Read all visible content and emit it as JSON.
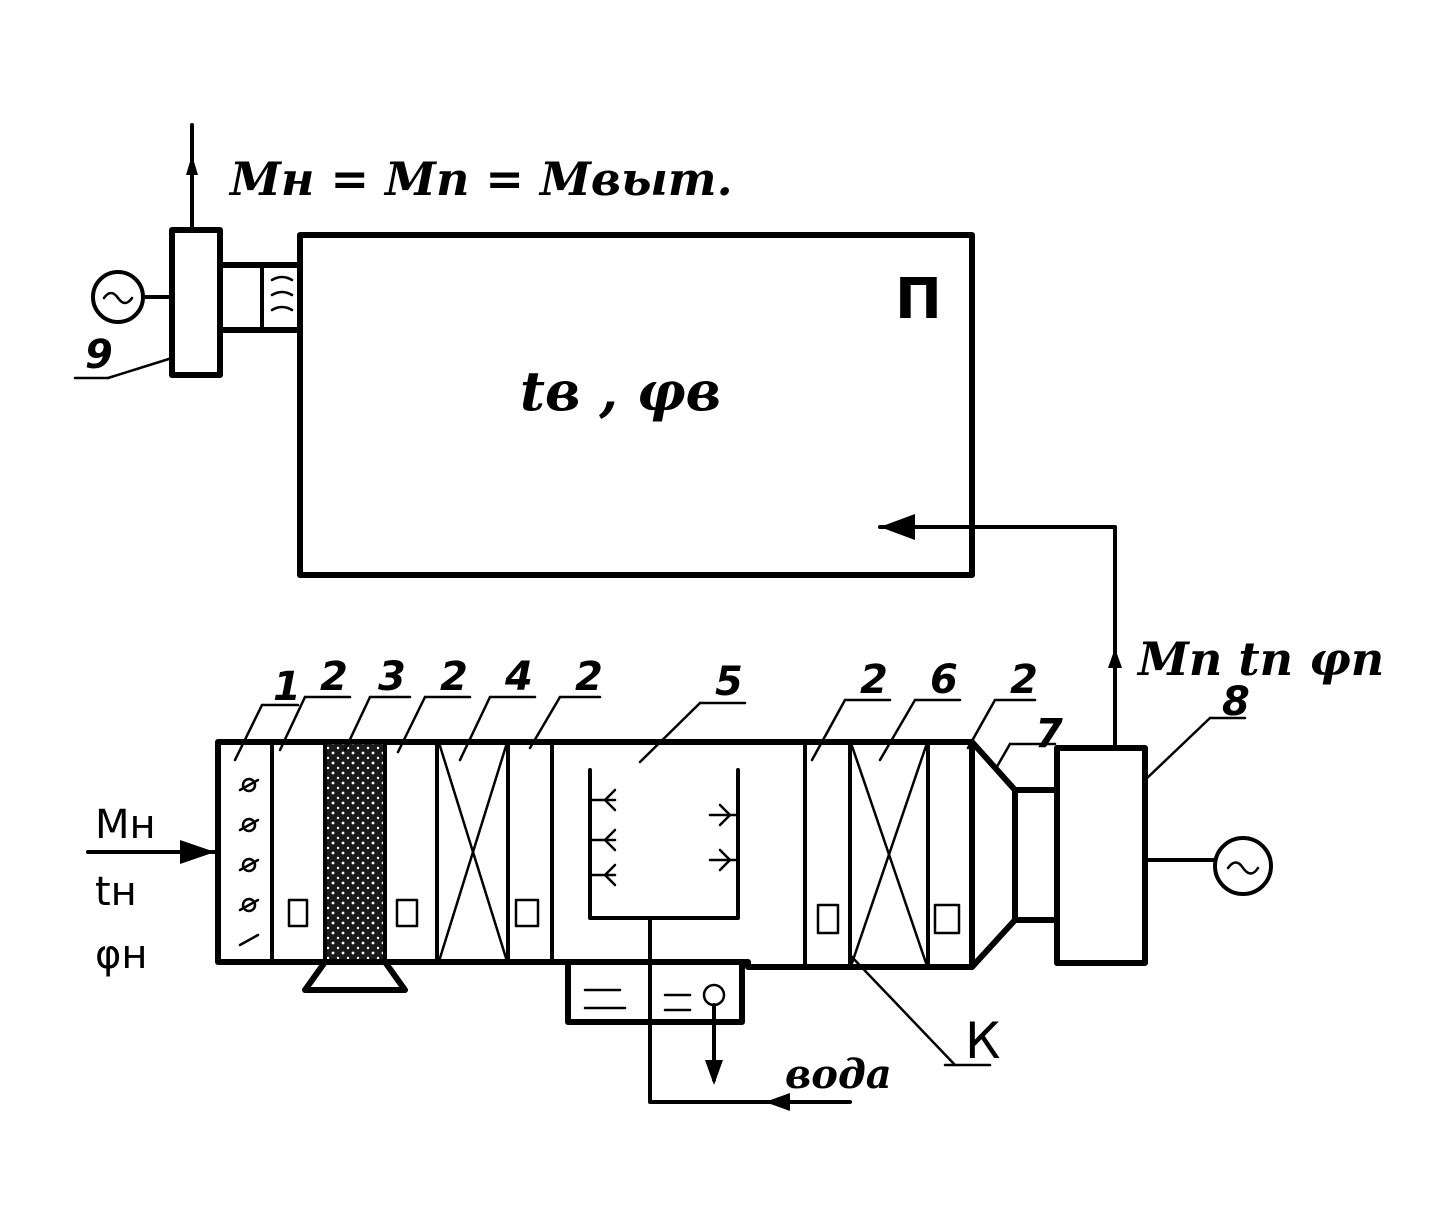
{
  "diagram": {
    "top_formula": "Mн = Mп = Mвыт.",
    "room": {
      "label": "П",
      "conditions": "tв , φв"
    },
    "exhaust_fan_label": "9",
    "supply_params": "Mп tп φп",
    "outdoor_params": {
      "mass": "Mн",
      "temp": "tн",
      "humidity": "φн"
    },
    "section_numbers": {
      "valve": "1",
      "sep_a": "2",
      "filter": "3",
      "sep_b": "2",
      "heater_1": "4",
      "sep_c": "2",
      "humidifier": "5",
      "sep_d": "2",
      "heater_2": "6",
      "sep_e": "2",
      "transition": "7",
      "supply_fan": "8"
    },
    "condensate_label": "К",
    "water_label": "вода"
  }
}
